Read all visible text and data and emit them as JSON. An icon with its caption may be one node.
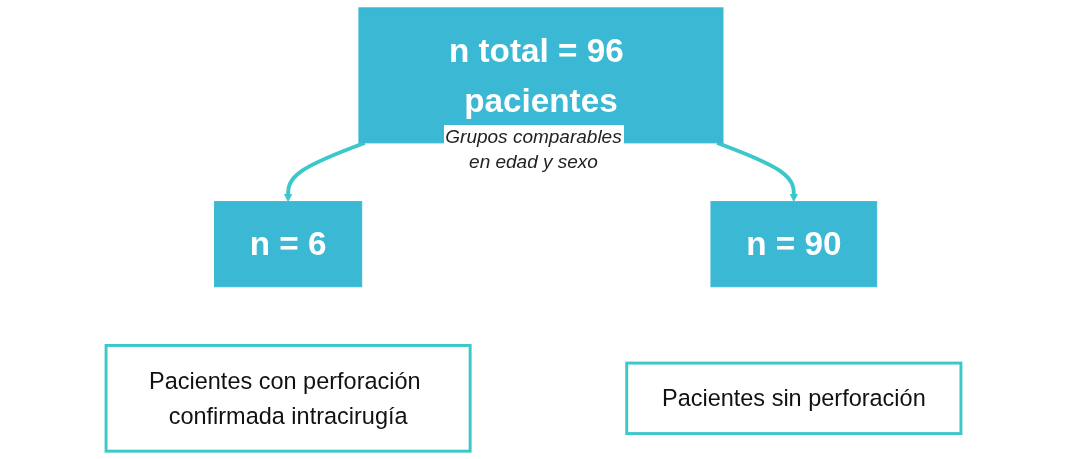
{
  "diagram": {
    "nodes": [
      {
        "text": [
          "n total = 96 pacientes"
        ]
      },
      {
        "text": [
          "n = 6"
        ]
      },
      {
        "text": [
          "n = 90"
        ]
      },
      {
        "text": [
          "Pacientes con perforación confirmada intracirugía"
        ]
      },
      {
        "text": [
          "Pacientes sin perforación"
        ]
      }
    ],
    "edges": [
      {
        "from": 0,
        "to": 1,
        "arrow": "to"
      },
      {
        "from": 0,
        "to": 2,
        "arrow": "to"
      }
    ],
    "labels": [
      "Grupos comparables en edad y sexo"
    ]
  }
}
